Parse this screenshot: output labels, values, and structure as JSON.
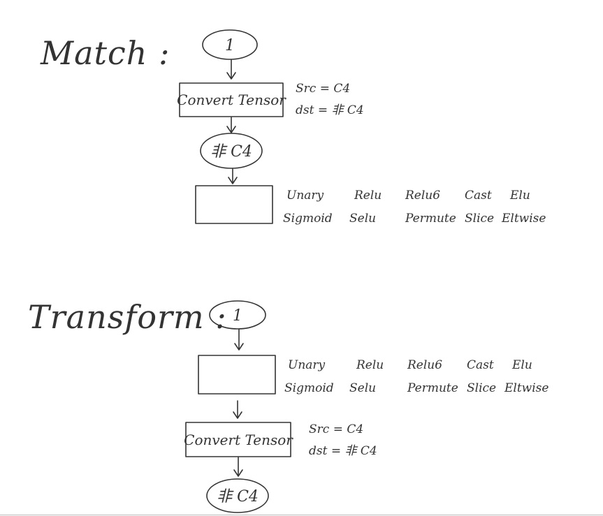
{
  "match": {
    "title": "Match :",
    "start_node": "1",
    "convert_box": "Convert Tensor",
    "note_src": "Src = C4",
    "note_dst": "dst = 非 C4",
    "result_node": "非 C4",
    "ops_row1": [
      "Unary",
      "Relu",
      "Relu6",
      "Cast",
      "Elu"
    ],
    "ops_row2": [
      "Sigmoid",
      "Selu",
      "Permute",
      "Slice",
      "Eltwise"
    ]
  },
  "transform": {
    "title": "Transform :",
    "start_node": "1",
    "ops_row1": [
      "Unary",
      "Relu",
      "Relu6",
      "Cast",
      "Elu"
    ],
    "ops_row2": [
      "Sigmoid",
      "Selu",
      "Permute",
      "Slice",
      "Eltwise"
    ],
    "convert_box": "Convert Tensor",
    "note_src": "Src = C4",
    "note_dst": "dst = 非 C4",
    "result_node": "非 C4"
  }
}
